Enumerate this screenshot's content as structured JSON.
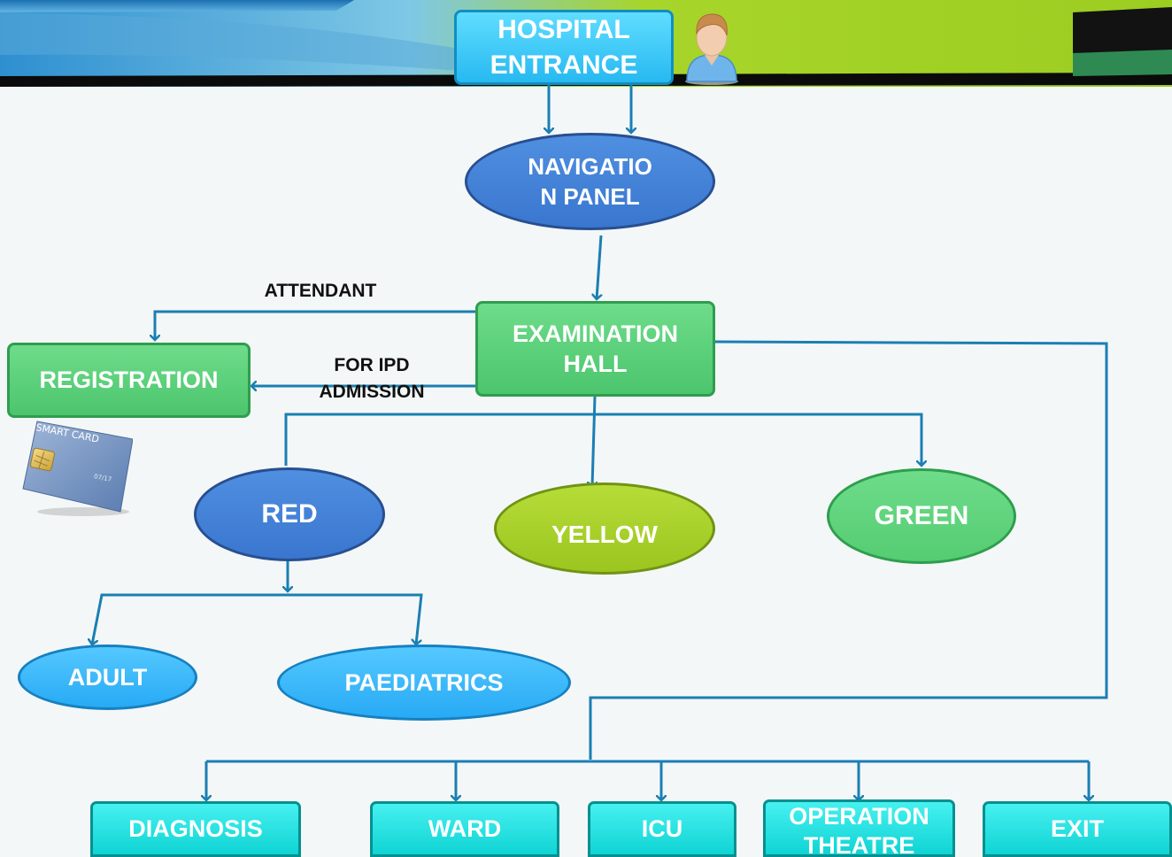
{
  "nodes": {
    "hospital_entrance": "HOSPITAL\nENTRANCE",
    "navigation_panel": "NAVIGATIO\nN PANEL",
    "examination_hall": "EXAMINATION\nHALL",
    "registration": "REGISTRATION",
    "red": "RED",
    "yellow": "YELLOW",
    "green": "GREEN",
    "adult": "ADULT",
    "paediatrics": "PAEDIATRICS",
    "diagnosis": "DIAGNOSIS",
    "ward": "WARD",
    "icu": "ICU",
    "operation_theatre": "OPERATION\nTHEATRE",
    "exit": "EXIT"
  },
  "edge_labels": {
    "attendant": "ATTENDANT",
    "for_ipd_admission": "FOR IPD\nADMISSION"
  },
  "icons": {
    "patient": "person-icon",
    "smart_card": "smart-card-icon",
    "smart_card_text": "SMART CARD",
    "smart_card_code": "07/17"
  },
  "colors": {
    "connector": "#1a7fb3",
    "entrance": "#27b9f1",
    "box_green": "#4cc56d",
    "box_cyan": "#10d4d4",
    "oval_blue": "#3a76cf",
    "oval_sky": "#27aaf5",
    "oval_yellow": "#9cc520"
  }
}
